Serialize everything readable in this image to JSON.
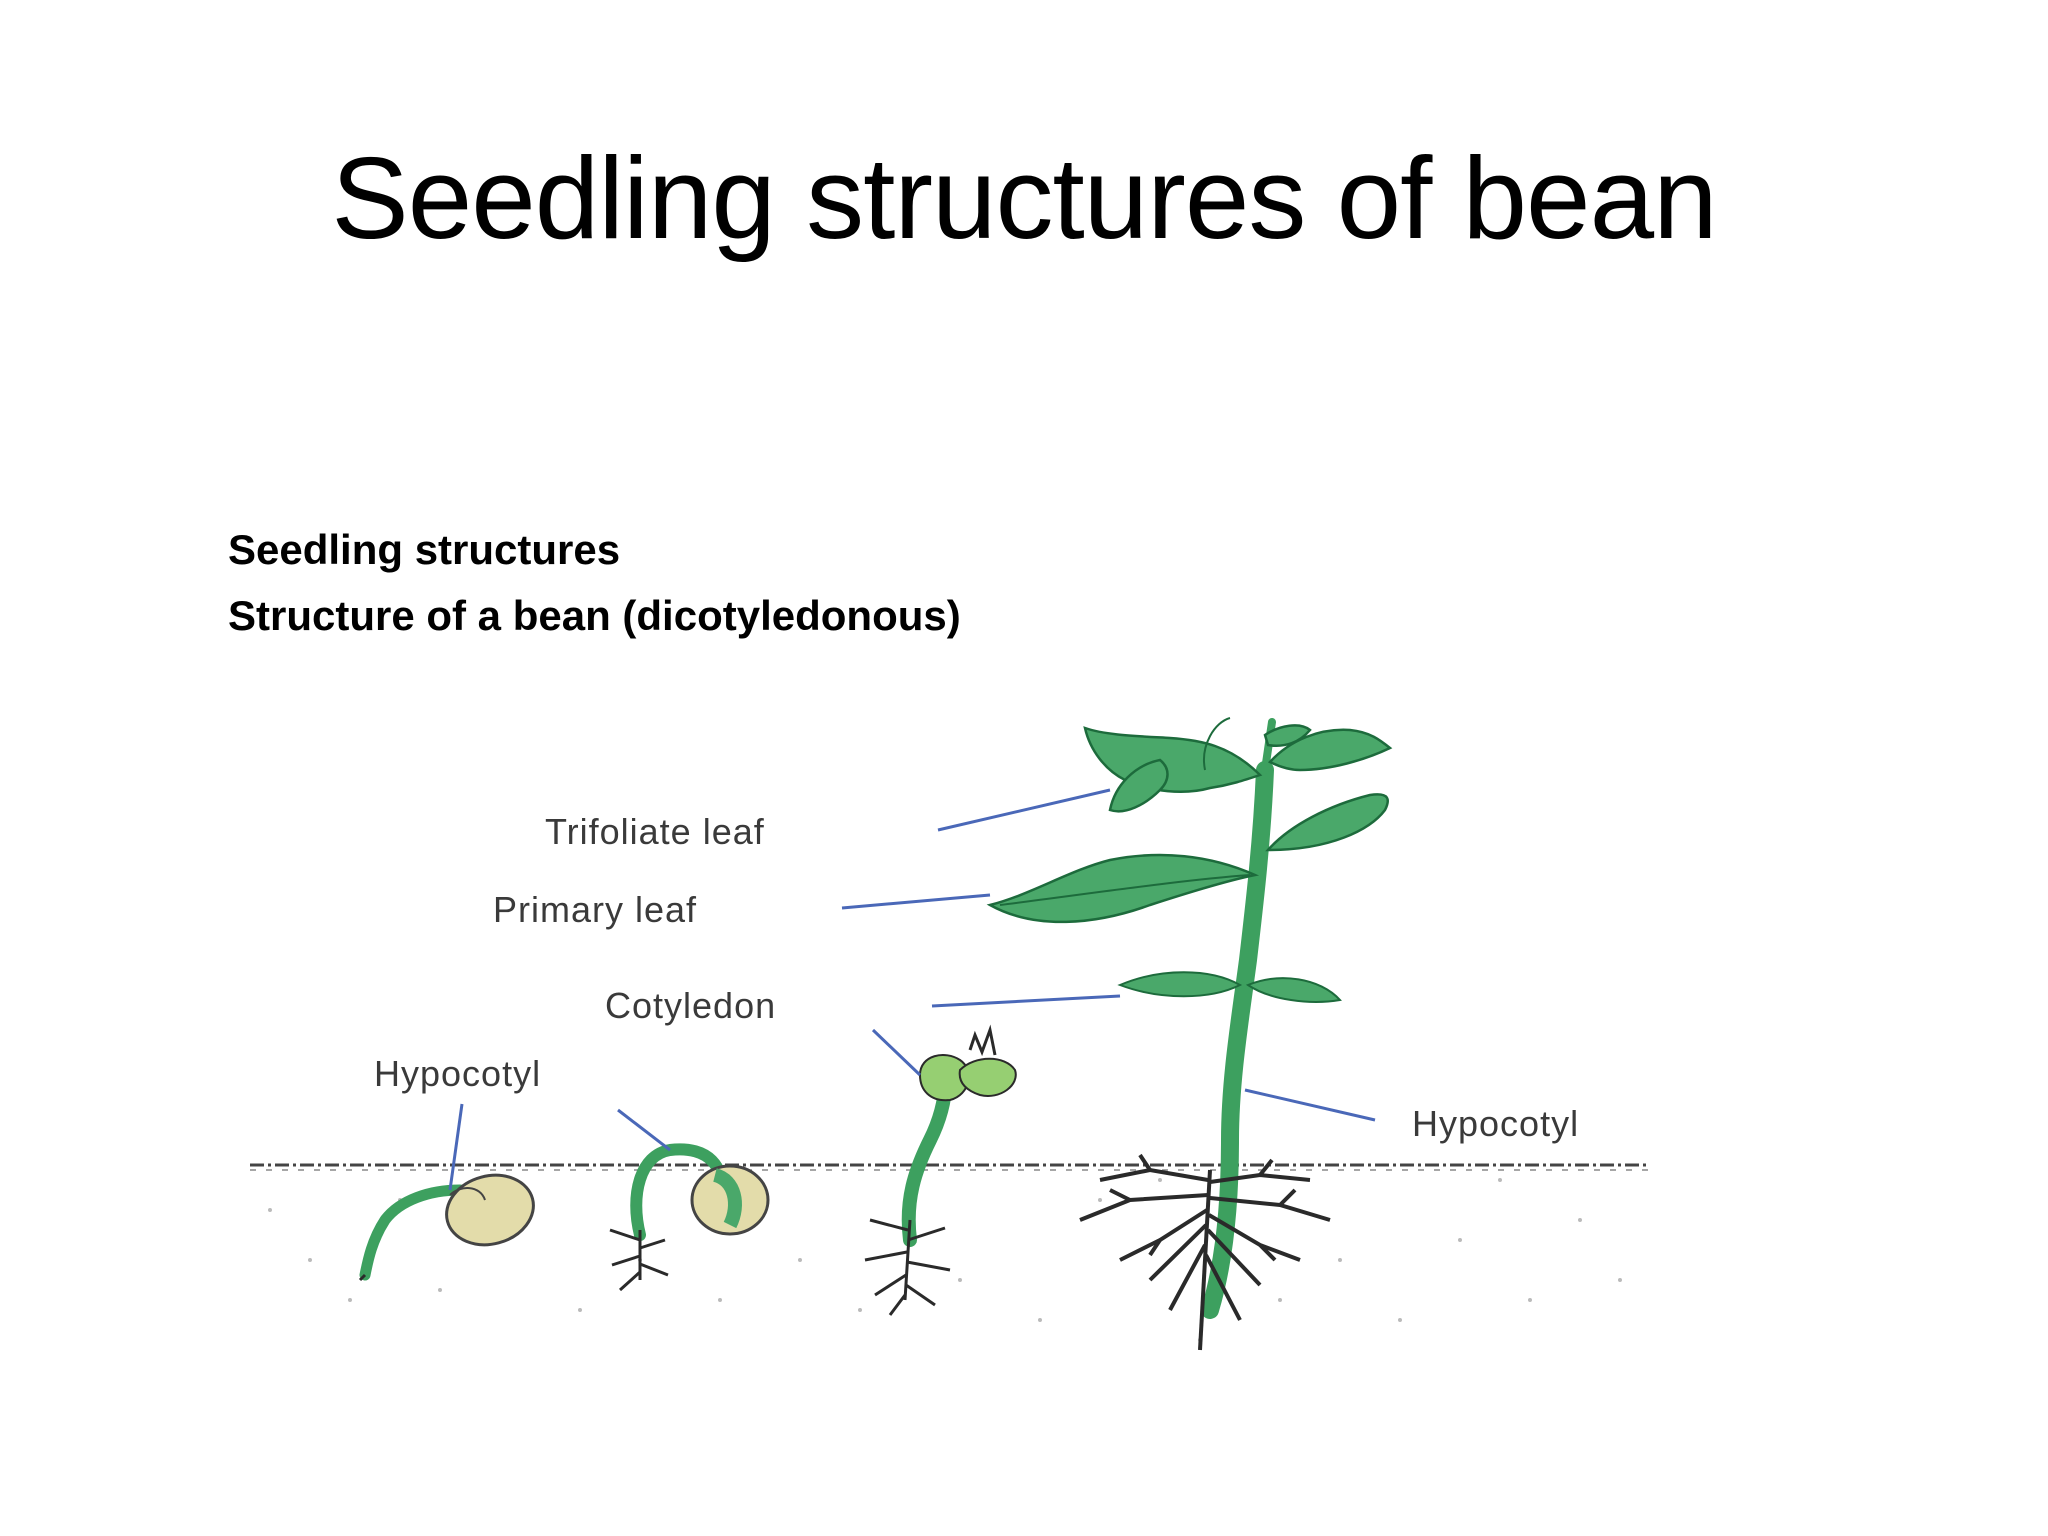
{
  "slide": {
    "title": "Seedling structures of bean",
    "subtitle_line1": "Seedling structures",
    "subtitle_line2": "Structure of a bean (dicotyledonous)"
  },
  "diagram": {
    "labels": {
      "trifoliate_leaf": "Trifoliate leaf",
      "primary_leaf": "Primary leaf",
      "cotyledon": "Cotyledon",
      "hypocotyl_left": "Hypocotyl",
      "hypocotyl_right": "Hypocotyl"
    },
    "colors": {
      "leaf": "#4aa86a",
      "leaf_dark": "#1d6b3c",
      "stem": "#3da05f",
      "seed": "#e3dcaa",
      "leader_line": "#4a68b8",
      "root": "#2a2a2a",
      "soil_line": "#444444"
    }
  }
}
